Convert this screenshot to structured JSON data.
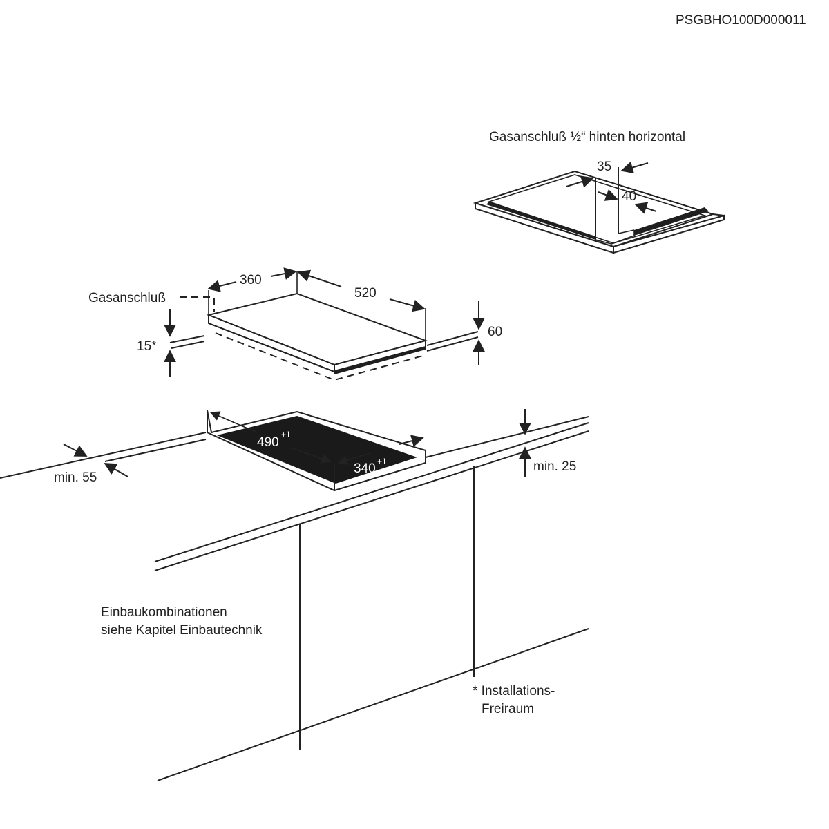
{
  "doc_code": "PSGBHO100D000011",
  "labels": {
    "gas_rear": "Gasanschluß ½“ hinten horizontal",
    "gas": "Gasanschluß",
    "dim_35": "35",
    "dim_40": "40",
    "dim_360": "360",
    "dim_520": "520",
    "dim_60": "60",
    "dim_15": "15*",
    "dim_490": "490",
    "dim_490_tol": "+1",
    "dim_340": "340",
    "dim_340_tol": "+1",
    "min_55": "min. 55",
    "min_25": "min. 25",
    "note_line1": "Einbaukombinationen",
    "note_line2": "siehe Kapitel Einbautechnik",
    "install_line1": "* Installations-",
    "install_line2": "Freiraum"
  },
  "colors": {
    "line": "#222222",
    "cutout_fill": "#1a1a1a",
    "hob_edge": "#1f1f1f"
  }
}
